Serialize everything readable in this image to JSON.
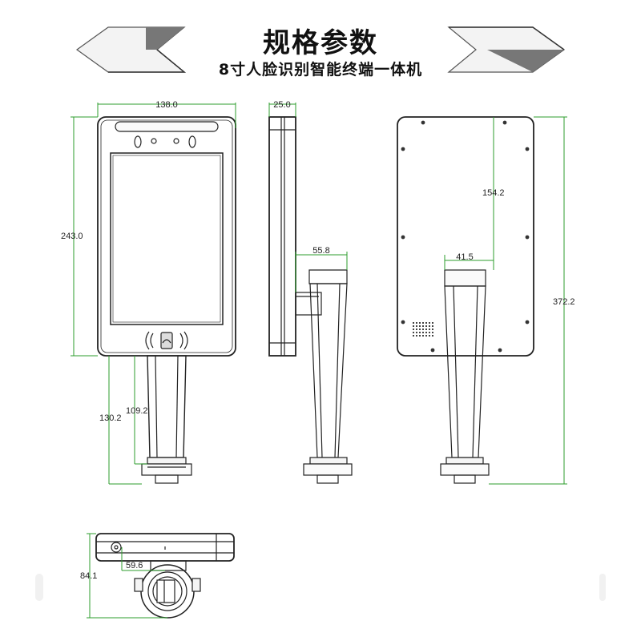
{
  "header": {
    "title": "规格参数",
    "subtitle": "8寸人脸识别智能终端一体机"
  },
  "dimensions": {
    "width": "138.0",
    "depth": "25.0",
    "height": "243.0",
    "pole_total": "130.2",
    "pole_inner": "109.2",
    "bracket_offset": "55.8",
    "mount_width": "41.5",
    "mount_height": "154.2",
    "overall_height": "372.2",
    "base_depth": "84.1",
    "base_offset": "59.6"
  },
  "colors": {
    "dimension_line": "#2e9e2e",
    "outline": "#222222",
    "arrow_fill": "#f2f2f2"
  }
}
